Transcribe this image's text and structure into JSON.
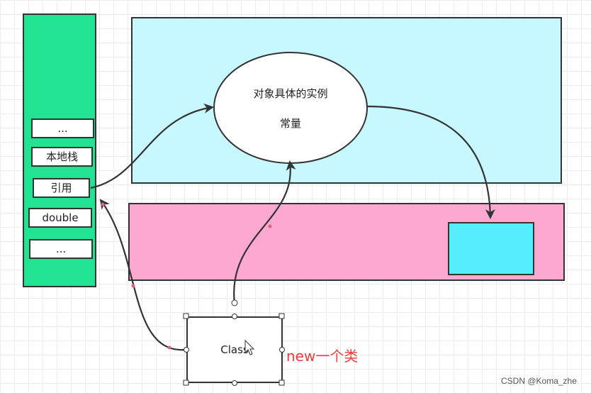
{
  "stack": {
    "slots": [
      "...",
      "本地栈",
      "引用",
      "double",
      "..."
    ]
  },
  "heap": {
    "ellipse_line1": "对象具体的实例",
    "ellipse_line2": "常量"
  },
  "class_box": {
    "label": "Class"
  },
  "annotation": {
    "text": "new一个类",
    "color": "#f03c3c"
  },
  "watermark": "CSDN @Koma_zhe",
  "colors": {
    "stack": "#22e392",
    "heap": "#c8f8ff",
    "method_area": "#fca8d0",
    "inner_box": "#55eeff"
  }
}
